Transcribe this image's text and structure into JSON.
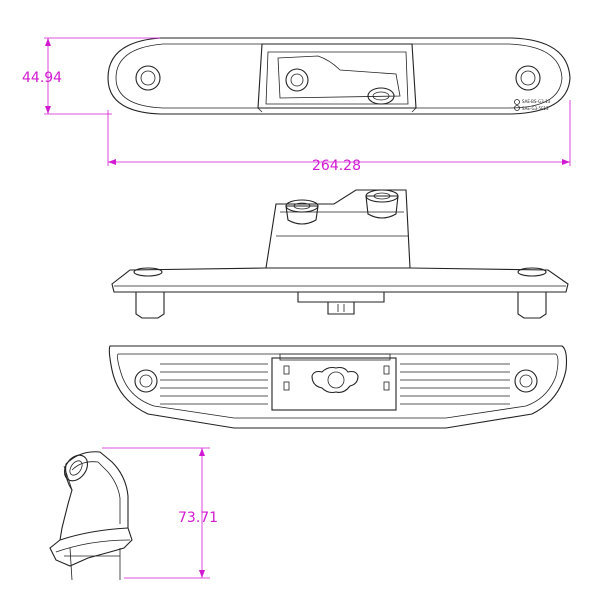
{
  "dimensions": {
    "height": "44.94",
    "length": "264.28",
    "depth": "73.71"
  },
  "markings": {
    "line1": "SAE-BS-G3-13",
    "line2": "SAE-G3-5F13"
  },
  "colors": {
    "dimension": "#d21ad2",
    "outline": "#222222",
    "background": "#ffffff"
  }
}
